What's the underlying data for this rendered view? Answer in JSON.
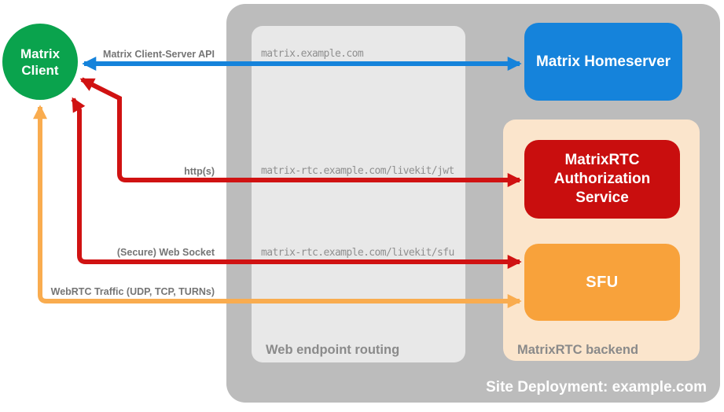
{
  "diagram_title": "Site Deployment: example.com",
  "containers": {
    "site_deployment": {
      "label": "Site Deployment: example.com"
    },
    "web_endpoint_routing": {
      "label": "Web endpoint routing"
    },
    "matrixrtc_backend": {
      "label": "MatrixRTC backend"
    }
  },
  "nodes": {
    "matrix_client": {
      "label_line1": "Matrix",
      "label_line2": "Client",
      "shape": "circle"
    },
    "matrix_homeserver": {
      "label": "Matrix Homeserver"
    },
    "matrixrtc_auth_service": {
      "label": "MatrixRTC Authorization Service"
    },
    "sfu": {
      "label": "SFU"
    }
  },
  "arrows": [
    {
      "id": "client_server_api",
      "label": "Matrix Client-Server API",
      "endpoint": "matrix.example.com",
      "from": "matrix_client",
      "to": "matrix_homeserver",
      "color": "blue",
      "bidirectional": true
    },
    {
      "id": "https",
      "label": "http(s)",
      "endpoint": "matrix-rtc.example.com/livekit/jwt",
      "from": "matrix_client",
      "to": "matrixrtc_auth_service",
      "color": "red",
      "bidirectional": true
    },
    {
      "id": "web_socket",
      "label": "(Secure) Web Socket",
      "endpoint": "matrix-rtc.example.com/livekit/sfu",
      "from": "matrix_client",
      "to": "sfu",
      "color": "red",
      "bidirectional": true
    },
    {
      "id": "webrtc_traffic",
      "label": "WebRTC Traffic (UDP, TCP, TURNs)",
      "endpoint": "",
      "from": "matrix_client",
      "to": "sfu",
      "color": "orange",
      "bidirectional": true
    }
  ],
  "colors": {
    "bg": "#ffffff",
    "container": "#bcbcbc",
    "routing": "#e8e8e8",
    "backend": "#fbe5cc",
    "blue": "#1583db",
    "green": "#0aa34d",
    "red": "#c90e0e",
    "red_arrow": "#d01212",
    "orange": "#f8a23b",
    "orange_arrow": "#f9ac4f",
    "label_gray": "#757575",
    "url_gray": "#8f8f8f",
    "section_gray": "#8a8a8a",
    "white": "#ffffff"
  }
}
